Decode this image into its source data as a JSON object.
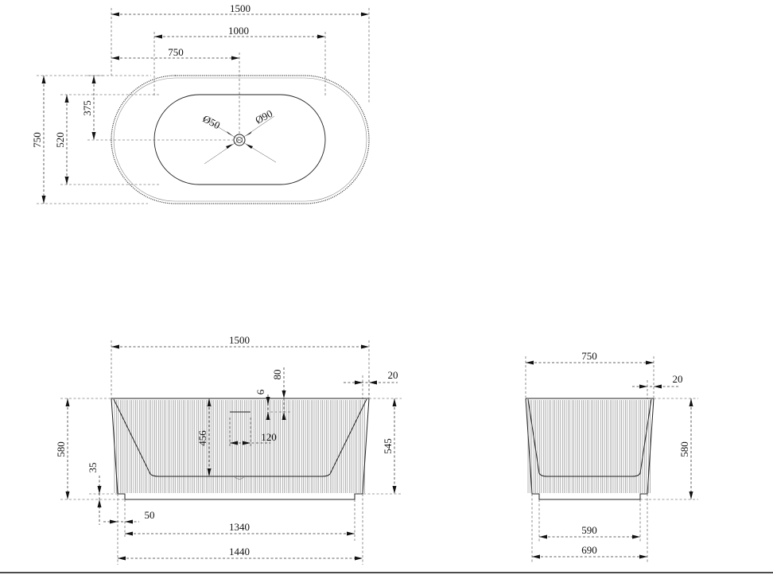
{
  "top_view": {
    "overall_width": "1500",
    "inner_width": "1000",
    "drain_offset": "750",
    "overall_depth": "750",
    "inner_depth": "520",
    "drain_depth_offset": "375",
    "drain_diameter": "Ø50",
    "overflow_diameter": "Ø90"
  },
  "front_view": {
    "overall_width": "1500",
    "rim_thickness": "20",
    "overflow_height": "80",
    "overflow_gap": "6",
    "inner_depth": "456",
    "overflow_width": "120",
    "overall_height": "580",
    "base_height": "35",
    "inner_height": "545",
    "base_offset": "50",
    "base_inner_width": "1340",
    "base_outer_width": "1440"
  },
  "side_view": {
    "overall_width": "750",
    "rim_thickness": "20",
    "overall_height": "580",
    "base_inner_width": "590",
    "base_outer_width": "690"
  }
}
